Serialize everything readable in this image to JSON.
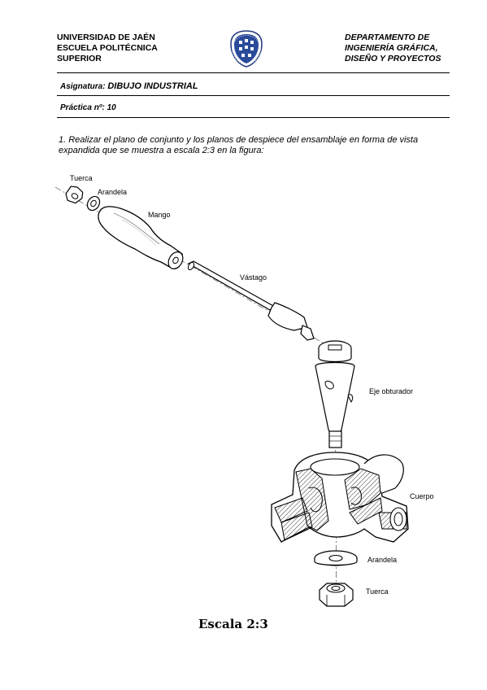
{
  "header": {
    "left": [
      "UNIVERSIDAD DE JAÉN",
      "ESCUELA POLITÉCNICA",
      "SUPERIOR"
    ],
    "right": [
      "DEPARTAMENTO DE",
      "INGENIERÍA GRÁFICA,",
      "DISEÑO Y PROYECTOS"
    ]
  },
  "subject": {
    "label": "Asignatura:",
    "value": "DIBUJO INDUSTRIAL"
  },
  "practice": {
    "label": "Práctica nº:",
    "value": "10"
  },
  "task": "1. Realizar el plano de conjunto y los planos de despiece del ensamblaje en forma de vista expandida que se muestra a escala 2:3 en la figura:",
  "figure": {
    "labels": {
      "tuerca_top": "Tuerca",
      "arandela_top": "Arandela",
      "mango": "Mango",
      "vastago": "Vástago",
      "eje": "Eje obturador",
      "cuerpo": "Cuerpo",
      "arandela_bottom": "Arandela",
      "tuerca_bottom": "Tuerca"
    }
  },
  "caption": "Escala 2:3"
}
